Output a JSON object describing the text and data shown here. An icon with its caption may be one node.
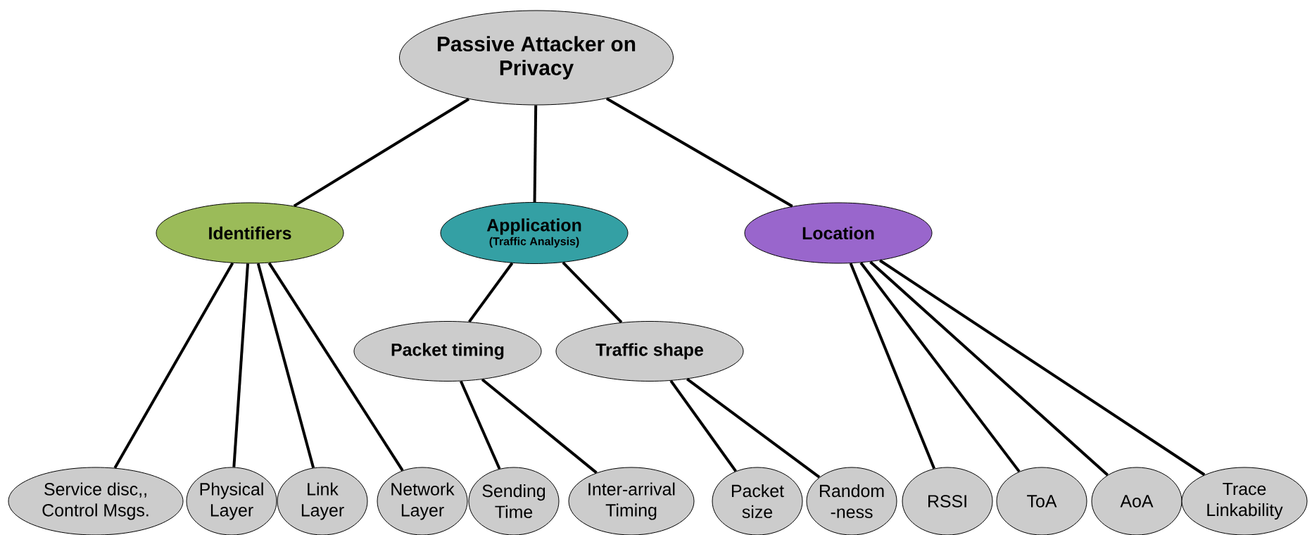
{
  "diagram": {
    "nodes": [
      {
        "text": [
          "Passive Attacker on Privacy"
        ]
      },
      {
        "text": [
          "Identifiers"
        ]
      },
      {
        "text": [
          "Application",
          "(Traffic Analysis)"
        ]
      },
      {
        "text": [
          "Location"
        ]
      },
      {
        "text": [
          "Packet timing"
        ]
      },
      {
        "text": [
          "Traffic shape"
        ]
      },
      {
        "text": [
          "Service disc,, Control Msgs."
        ]
      },
      {
        "text": [
          "Physical Layer"
        ]
      },
      {
        "text": [
          "Link Layer"
        ]
      },
      {
        "text": [
          "Network Layer"
        ]
      },
      {
        "text": [
          "Sending Time"
        ]
      },
      {
        "text": [
          "Inter-arrival Timing"
        ]
      },
      {
        "text": [
          "Packet size"
        ]
      },
      {
        "text": [
          "Random -ness"
        ]
      },
      {
        "text": [
          "RSSI"
        ]
      },
      {
        "text": [
          "ToA"
        ]
      },
      {
        "text": [
          "AoA"
        ]
      },
      {
        "text": [
          "Trace Linkability"
        ]
      }
    ],
    "edges": [
      {
        "from": 0,
        "to": 1,
        "arrow": "none"
      },
      {
        "from": 0,
        "to": 2,
        "arrow": "none"
      },
      {
        "from": 0,
        "to": 3,
        "arrow": "none"
      },
      {
        "from": 1,
        "to": 6,
        "arrow": "none"
      },
      {
        "from": 1,
        "to": 7,
        "arrow": "none"
      },
      {
        "from": 1,
        "to": 8,
        "arrow": "none"
      },
      {
        "from": 1,
        "to": 9,
        "arrow": "none"
      },
      {
        "from": 2,
        "to": 4,
        "arrow": "none"
      },
      {
        "from": 2,
        "to": 5,
        "arrow": "none"
      },
      {
        "from": 4,
        "to": 10,
        "arrow": "none"
      },
      {
        "from": 4,
        "to": 11,
        "arrow": "none"
      },
      {
        "from": 5,
        "to": 12,
        "arrow": "none"
      },
      {
        "from": 5,
        "to": 13,
        "arrow": "none"
      },
      {
        "from": 3,
        "to": 14,
        "arrow": "none"
      },
      {
        "from": 3,
        "to": 15,
        "arrow": "none"
      },
      {
        "from": 3,
        "to": 16,
        "arrow": "none"
      },
      {
        "from": 3,
        "to": 17,
        "arrow": "none"
      }
    ]
  }
}
